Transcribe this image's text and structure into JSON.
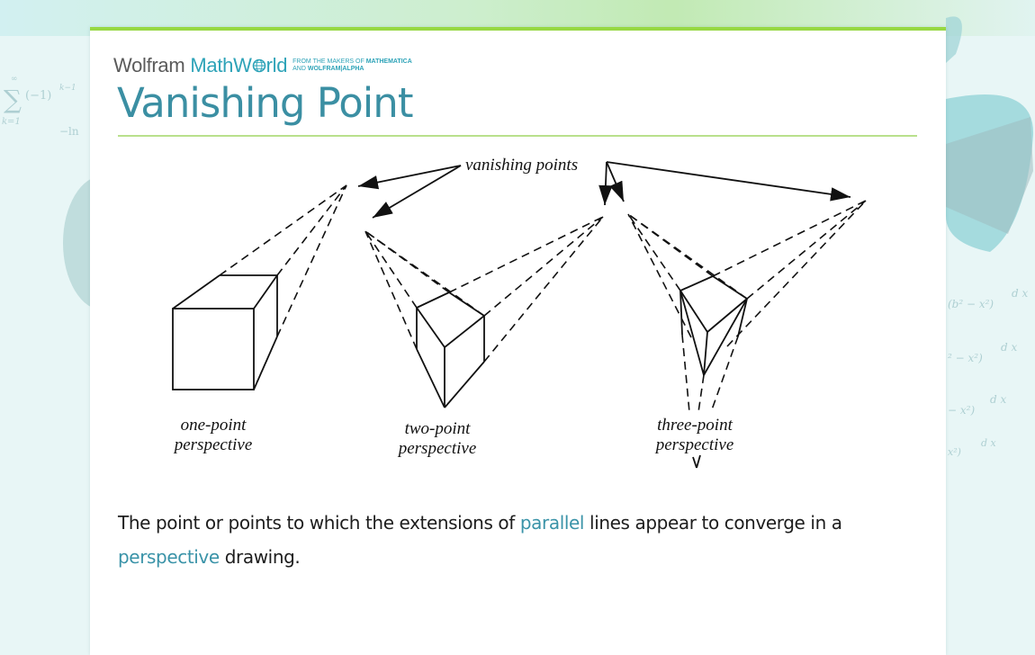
{
  "brand": {
    "wolfram": "Wolfram",
    "mathworld_prefix": "MathW",
    "mathworld_suffix": "rld",
    "tagline_line1": "FROM THE MAKERS OF",
    "tagline_line1_bold": "MATHEMATICA",
    "tagline_line2": "AND",
    "tagline_line2_bold": "WOLFRAM|ALPHA"
  },
  "page": {
    "title": "Vanishing Point"
  },
  "figure": {
    "annotation": "vanishing points",
    "labels": [
      {
        "line1": "one-point",
        "line2": "perspective"
      },
      {
        "line1": "two-point",
        "line2": "perspective"
      },
      {
        "line1": "three-point",
        "line2": "perspective"
      }
    ]
  },
  "description": {
    "text_1": "The point or points to which the extensions of ",
    "link_1": "parallel",
    "text_2": " lines appear to converge in a ",
    "link_2": "perspective",
    "text_3": " drawing."
  },
  "background_math": {
    "sum_expr": "(−1)",
    "sum_exp": "k−1",
    "sum_lower": "k=1",
    "sum_upper": "∞",
    "ln_expr": "−ln",
    "integrand_1": "(b² − x²)",
    "integrand_2": "² − x²)",
    "integrand_3": "− x²)",
    "integrand_4": "x²)",
    "dx": "d x"
  },
  "colors": {
    "accent_green": "#97d843",
    "title_teal": "#3b8fa3",
    "link_teal": "#3a93a8",
    "background": "#e8f6f6"
  }
}
